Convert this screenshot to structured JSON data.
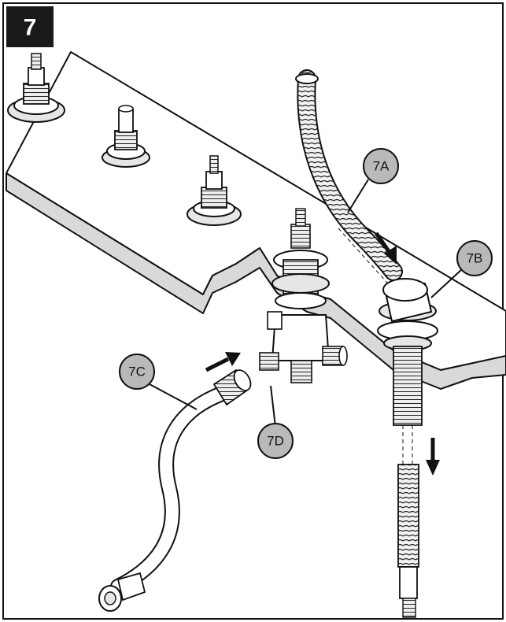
{
  "step": {
    "number": "7"
  },
  "callouts": [
    {
      "id": "7A",
      "label": "7A"
    },
    {
      "id": "7B",
      "label": "7B"
    },
    {
      "id": "7C",
      "label": "7C"
    },
    {
      "id": "7D",
      "label": "7D"
    }
  ],
  "colors": {
    "callout_fill": "#b9b9b9",
    "step_box": "#1a1a1a",
    "line": "#111111",
    "deck_side": "#d9d9d9"
  }
}
